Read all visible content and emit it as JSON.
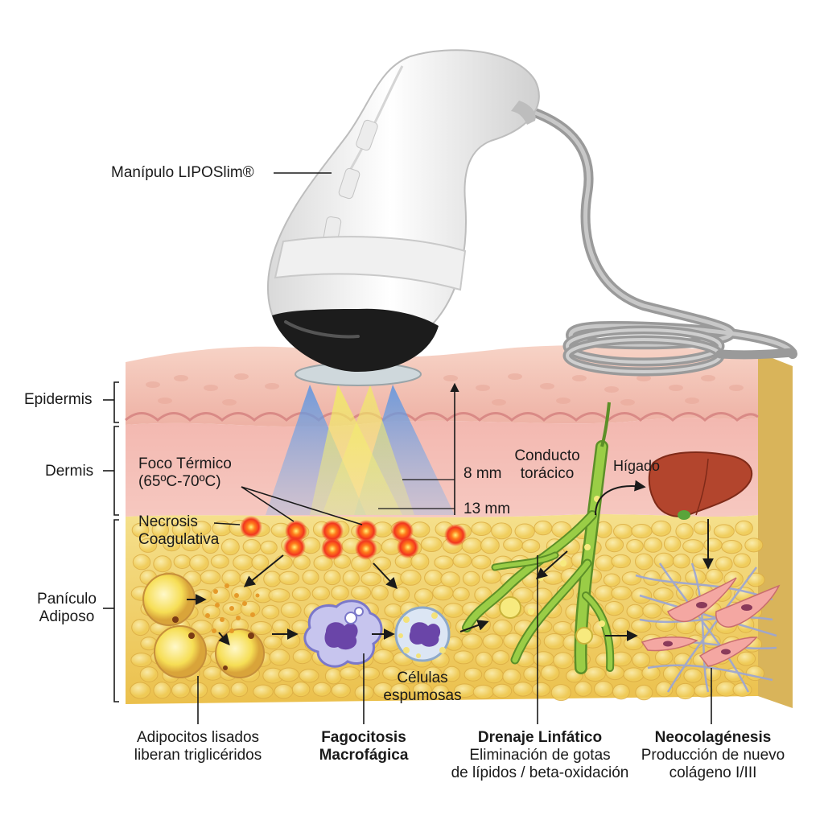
{
  "labels": {
    "handpiece": "Manípulo LIPOSlim®",
    "epidermis": "Epidermis",
    "dermis": "Dermis",
    "paniculo_1": "Panículo",
    "paniculo_2": "Adiposo",
    "foco_1": "Foco Térmico",
    "foco_2": "(65ºC-70ºC)",
    "necrosis_1": "Necrosis",
    "necrosis_2": "Coagulativa",
    "depth_8": "8 mm",
    "depth_13": "13 mm",
    "conducto_1": "Conducto",
    "conducto_2": "torácico",
    "higado": "Hígado",
    "celulas_1": "Células",
    "celulas_2": "espumosas"
  },
  "captions": {
    "adipocitos_1": "Adipocitos lisados",
    "adipocitos_2": "liberan triglicéridos",
    "fagocitosis_1": "Fagocitosis",
    "fagocitosis_2": "Macrofágica",
    "drenaje_title": "Drenaje Linfático",
    "drenaje_1": "Eliminación de gotas",
    "drenaje_2": "de lípidos / beta-oxidación",
    "neocol_title": "Neocolagénesis",
    "neocol_1": "Producción de nuevo",
    "neocol_2": "colágeno I/III"
  },
  "colors": {
    "epidermis": "#f4c3b6",
    "dermis": "#f0a9a2",
    "fat": "#f3d56a",
    "fat_cell": "#f8e38c",
    "focus_dot": "#f24b25",
    "lymph": "#8cc43f",
    "liver": "#b3452d",
    "device": "#f2f2f2",
    "beam_blue": "#6ea8e8",
    "beam_yellow": "#f4ec68"
  }
}
